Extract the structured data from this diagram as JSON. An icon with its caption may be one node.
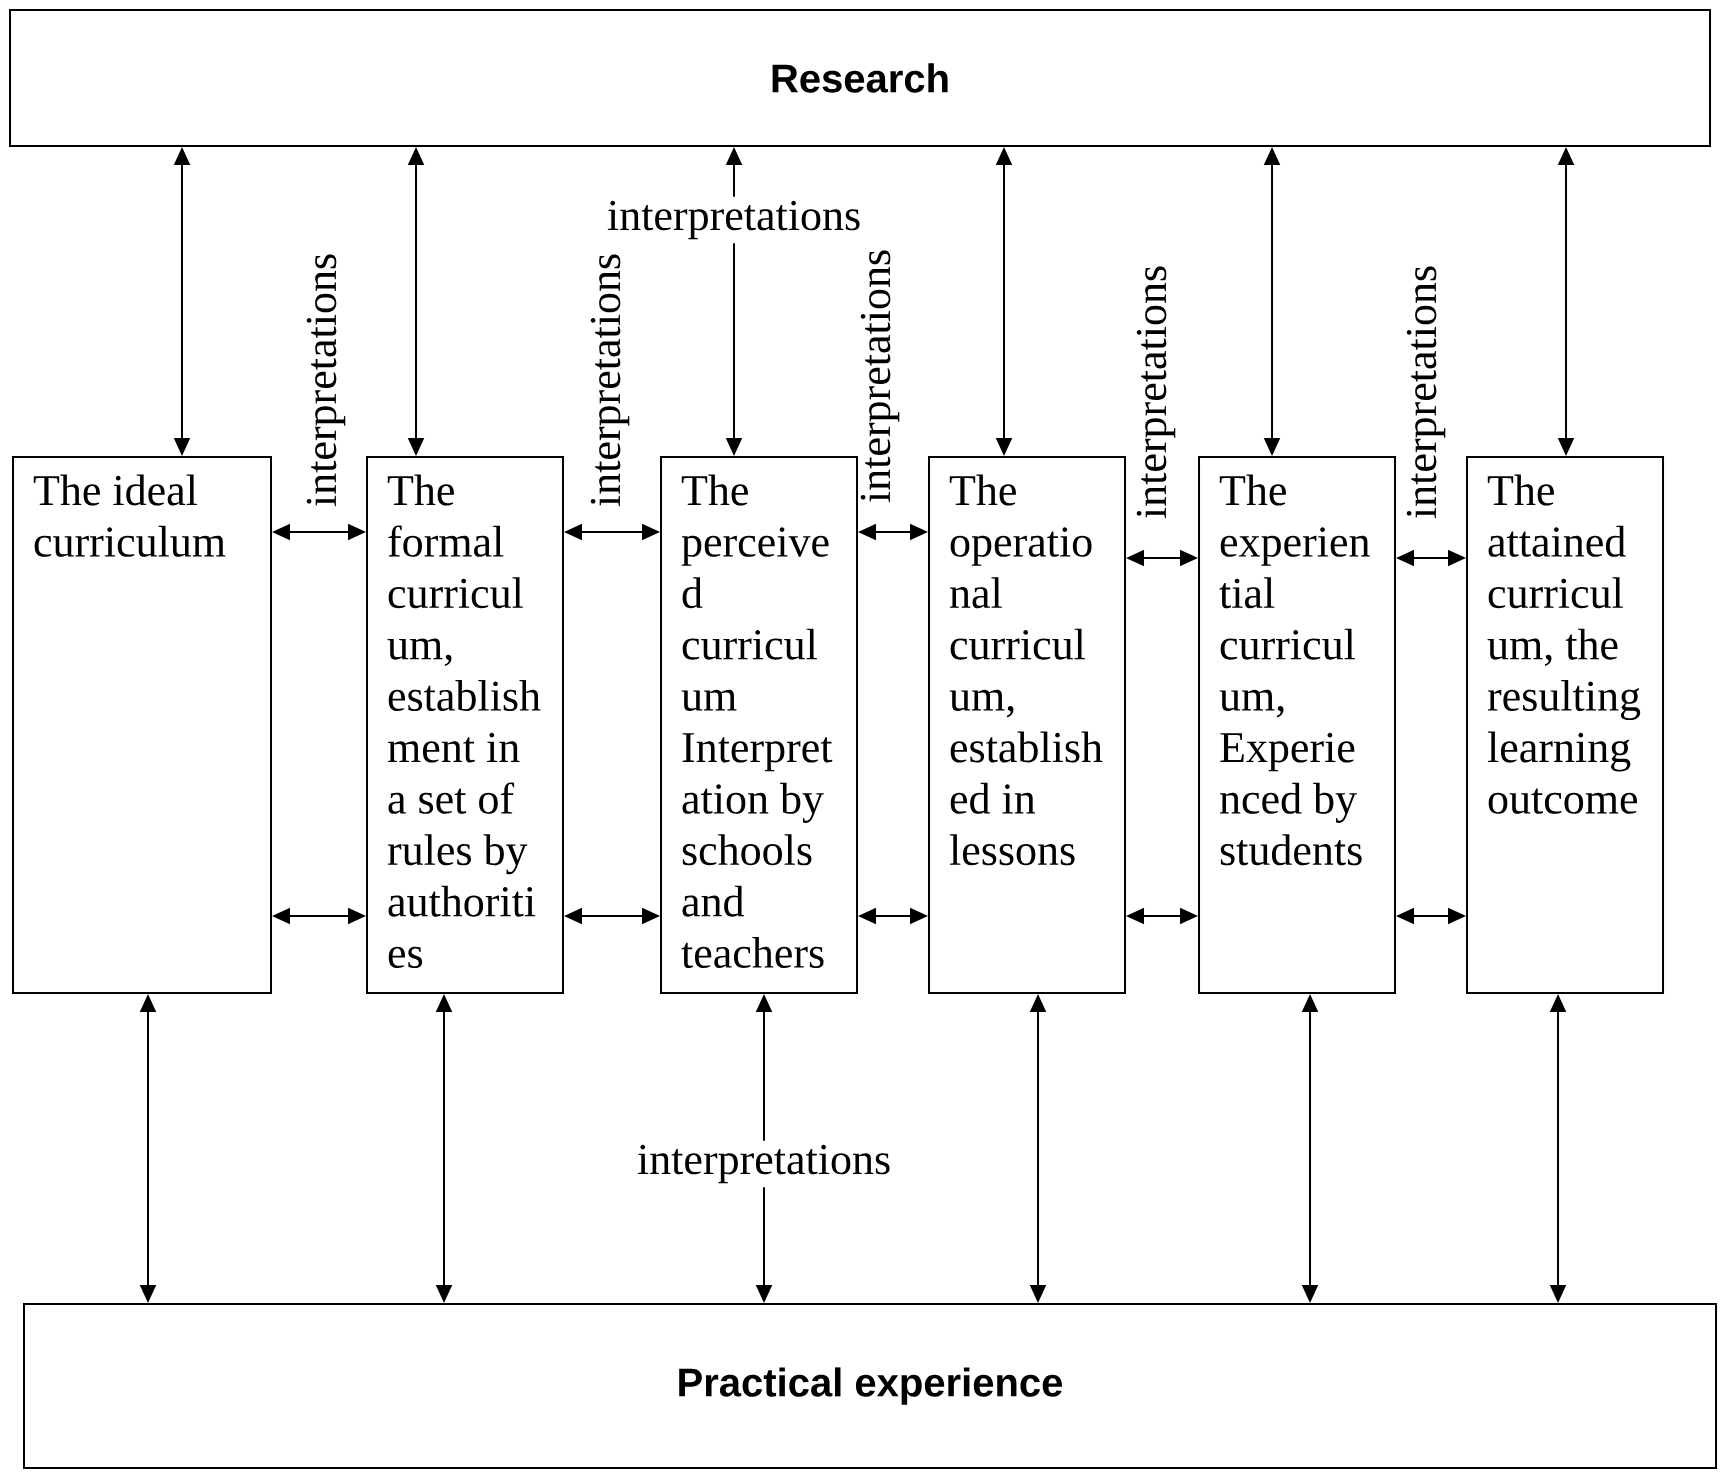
{
  "diagram": {
    "nodes": [
      {
        "text": [
          "Research"
        ]
      },
      {
        "text": [
          "The ideal curriculum"
        ]
      },
      {
        "text": [
          "The formal curricul um, establish ment in a set of rules by authoriti es"
        ]
      },
      {
        "text": [
          "The perceive d curricul um Interpret ation by schools and teachers"
        ]
      },
      {
        "text": [
          "The operatio nal curricul um, establish ed in lessons"
        ]
      },
      {
        "text": [
          "The experien tial curricul um, Experie nced by students"
        ]
      },
      {
        "text": [
          "The attained curricul um, the resulting learning outcome"
        ]
      },
      {
        "text": [
          "Practical experience"
        ]
      }
    ],
    "edges": [
      {
        "from": 0,
        "to": 1,
        "arrow": "both"
      },
      {
        "from": 0,
        "to": 2,
        "arrow": "both"
      },
      {
        "from": 0,
        "to": 3,
        "arrow": "both",
        "label": "interpretations"
      },
      {
        "from": 0,
        "to": 4,
        "arrow": "both"
      },
      {
        "from": 0,
        "to": 5,
        "arrow": "both"
      },
      {
        "from": 0,
        "to": 6,
        "arrow": "both"
      },
      {
        "from": 1,
        "to": 2,
        "arrow": "both",
        "label": "interpretations"
      },
      {
        "from": 2,
        "to": 3,
        "arrow": "both",
        "label": "interpretations"
      },
      {
        "from": 3,
        "to": 4,
        "arrow": "both",
        "label": "interpretations"
      },
      {
        "from": 4,
        "to": 5,
        "arrow": "both",
        "label": "interpretations"
      },
      {
        "from": 5,
        "to": 6,
        "arrow": "both",
        "label": "interpretations"
      },
      {
        "from": 1,
        "to": 2,
        "arrow": "both"
      },
      {
        "from": 2,
        "to": 3,
        "arrow": "both"
      },
      {
        "from": 3,
        "to": 4,
        "arrow": "both"
      },
      {
        "from": 4,
        "to": 5,
        "arrow": "both"
      },
      {
        "from": 5,
        "to": 6,
        "arrow": "both"
      },
      {
        "from": 1,
        "to": 7,
        "arrow": "both"
      },
      {
        "from": 2,
        "to": 7,
        "arrow": "both"
      },
      {
        "from": 3,
        "to": 7,
        "arrow": "both",
        "label": "interpretations"
      },
      {
        "from": 4,
        "to": 7,
        "arrow": "both"
      },
      {
        "from": 5,
        "to": 7,
        "arrow": "both"
      },
      {
        "from": 6,
        "to": 7,
        "arrow": "both"
      }
    ]
  }
}
